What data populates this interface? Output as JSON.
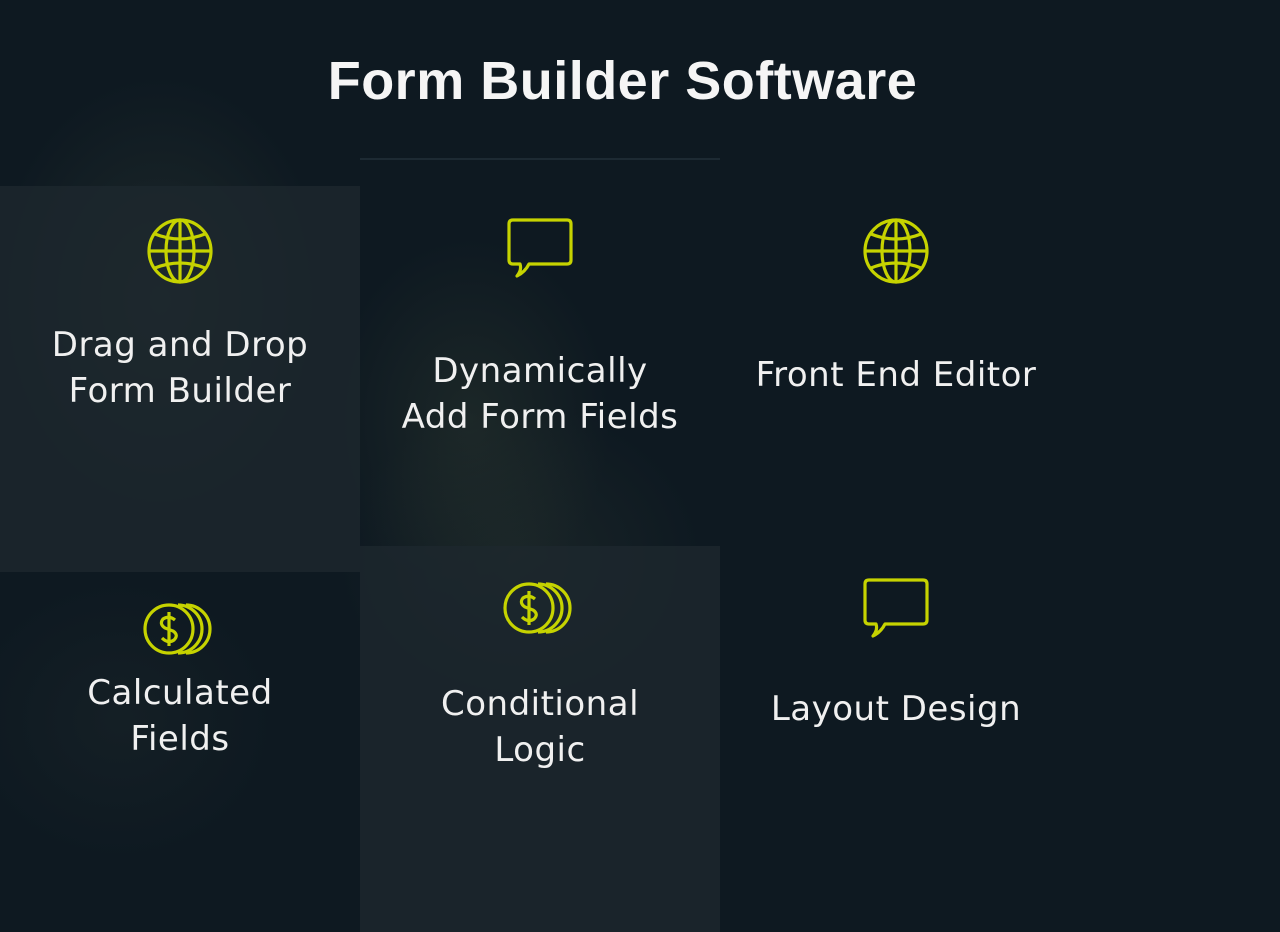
{
  "title": "Form Builder Software",
  "accent_color": "#c6d300",
  "features": [
    {
      "label": "Drag and Drop\nForm Builder",
      "icon": "globe-icon"
    },
    {
      "label": "Dynamically\nAdd Form Fields",
      "icon": "speech-bubble-icon"
    },
    {
      "label": "Front End Editor",
      "icon": "globe-icon"
    },
    {
      "label": "Calculated\nFields",
      "icon": "coins-icon"
    },
    {
      "label": "Conditional\nLogic",
      "icon": "coins-icon"
    },
    {
      "label": "Layout Design",
      "icon": "speech-bubble-icon"
    }
  ]
}
